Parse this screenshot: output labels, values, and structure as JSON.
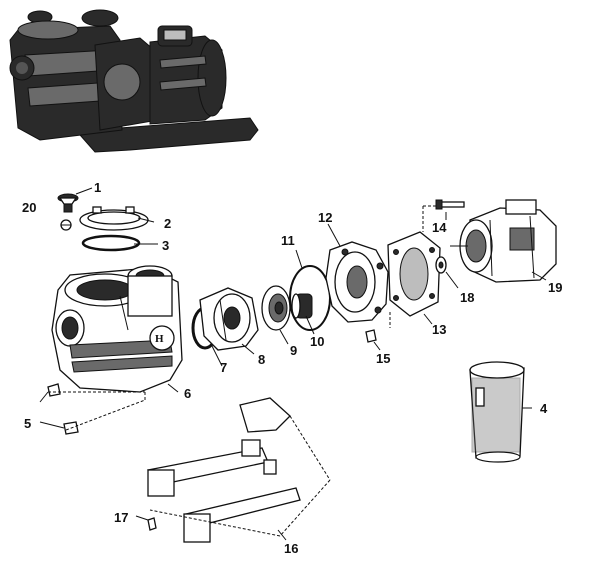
{
  "labels": [
    {
      "id": "callout-1",
      "text": "1"
    },
    {
      "id": "callout-2",
      "text": "2"
    },
    {
      "id": "callout-3",
      "text": "3"
    },
    {
      "id": "callout-4",
      "text": "4"
    },
    {
      "id": "callout-5",
      "text": "5"
    },
    {
      "id": "callout-6",
      "text": "6"
    },
    {
      "id": "callout-7",
      "text": "7"
    },
    {
      "id": "callout-8",
      "text": "8"
    },
    {
      "id": "callout-9",
      "text": "9"
    },
    {
      "id": "callout-10",
      "text": "10"
    },
    {
      "id": "callout-11",
      "text": "11"
    },
    {
      "id": "callout-12",
      "text": "12"
    },
    {
      "id": "callout-13",
      "text": "13"
    },
    {
      "id": "callout-14",
      "text": "14"
    },
    {
      "id": "callout-15",
      "text": "15"
    },
    {
      "id": "callout-16",
      "text": "16"
    },
    {
      "id": "callout-17",
      "text": "17"
    },
    {
      "id": "callout-18",
      "text": "18"
    },
    {
      "id": "callout-19",
      "text": "19"
    },
    {
      "id": "callout-20",
      "text": "20"
    }
  ]
}
